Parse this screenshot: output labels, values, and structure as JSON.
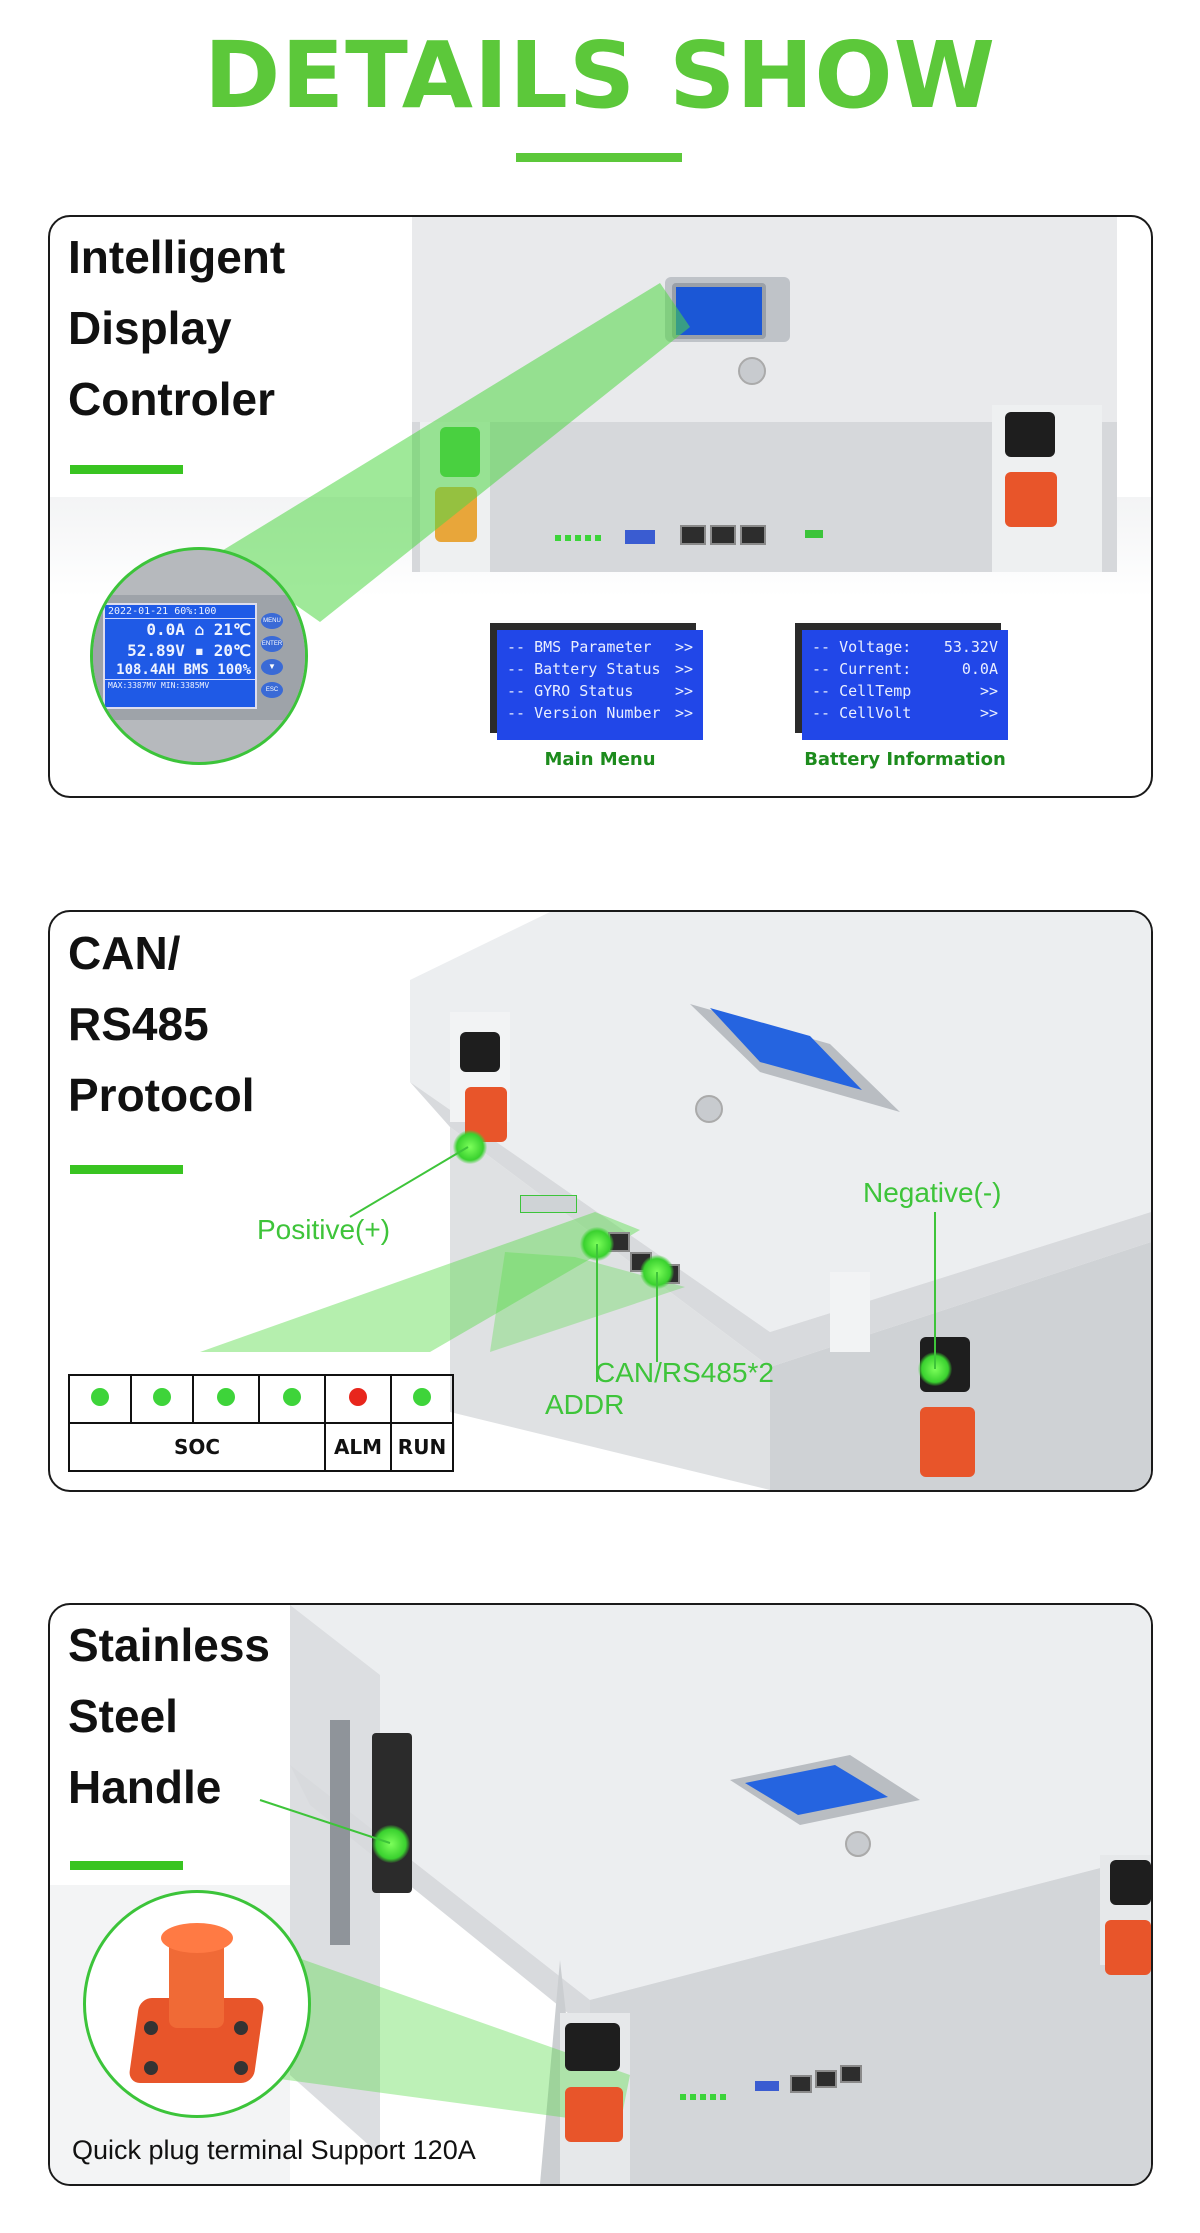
{
  "header": {
    "title": "DETAILS SHOW"
  },
  "sections": [
    {
      "heading_lines": [
        "Intelligent",
        "Display",
        "Controler"
      ],
      "zoom_lcd": {
        "rows": [
          "2022-01-21  60%:100",
          "0.0A ⌂  21℃",
          "52.89V ▪ 20℃",
          "108.4AH BMS 100%",
          "MAX:3387MV MIN:3385MV"
        ],
        "buttons": [
          "MENU",
          "ENTER",
          "▼",
          "ESC"
        ]
      },
      "main_menu": {
        "caption": "Main Menu",
        "rows": [
          {
            "label": "-- BMS Parameter",
            "value": ">>"
          },
          {
            "label": "-- Battery Status",
            "value": ">>"
          },
          {
            "label": "-- GYRO Status",
            "value": ">>"
          },
          {
            "label": "-- Version Number",
            "value": ">>"
          }
        ]
      },
      "battery_info": {
        "caption": "Battery Information",
        "rows": [
          {
            "label": "-- Voltage:",
            "value": "53.32V"
          },
          {
            "label": "-- Current:",
            "value": "0.0A"
          },
          {
            "label": "-- CellTemp",
            "value": ">>"
          },
          {
            "label": "-- CellVolt",
            "value": ">>"
          }
        ]
      }
    },
    {
      "heading_lines": [
        "CAN/",
        "RS485",
        "Protocol"
      ],
      "callouts": {
        "positive": "Positive(+)",
        "negative": "Negative(-)",
        "can": "CAN/RS485*2",
        "addr": "ADDR"
      },
      "leds": {
        "colors": [
          "green",
          "green",
          "green",
          "green",
          "red",
          "green"
        ],
        "labels": {
          "soc": "SOC",
          "alm": "ALM",
          "run": "RUN"
        }
      }
    },
    {
      "heading_lines": [
        "Stainless",
        "Steel",
        "Handle"
      ],
      "caption": "Quick plug terminal Support 120A"
    }
  ],
  "colors": {
    "accent": "#5cc83a",
    "lcd_blue": "#2147e8",
    "caption_green": "#1d8b1d",
    "led_red": "#e8261c"
  }
}
